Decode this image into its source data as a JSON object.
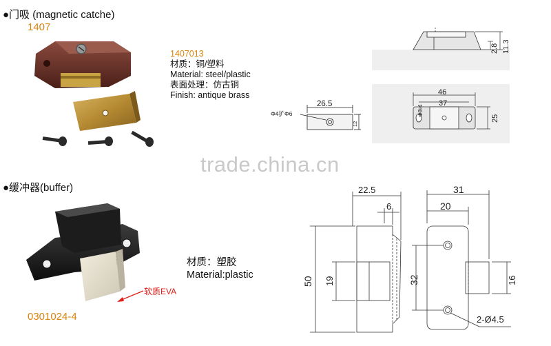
{
  "section1": {
    "title": "●门吸 (magnetic catche)",
    "code": "1407",
    "model": "1407013",
    "material_cn": "材质：铜/塑料",
    "material_en": "Material: steel/plastic",
    "finish_cn": "表面处理：仿古铜",
    "finish_en": "Finish:  antique brass",
    "dims": {
      "d28": "2.8",
      "d113": "11.3",
      "d46": "46",
      "d37": "37",
      "d25": "25",
      "d34": "Φ3.4",
      "d265": "26.5",
      "d12": "12",
      "hole": "Φ4扩Φ6"
    }
  },
  "watermark": "trade.china.cn",
  "section2": {
    "title": "●缓冲器(buffer)",
    "material_cn": "材质：塑胶",
    "material_en": "Material:plastic",
    "eva": "软质EVA",
    "code": "0301024-4",
    "dims": {
      "d225": "22.5",
      "d6": "6",
      "d50": "50",
      "d19": "19",
      "d31": "31",
      "d20": "20",
      "d32": "32",
      "d16": "16",
      "d45": "2-Ø4.5"
    }
  },
  "colors": {
    "orange": "#d9840f",
    "red": "#e0201b",
    "panel": "#efefef"
  }
}
